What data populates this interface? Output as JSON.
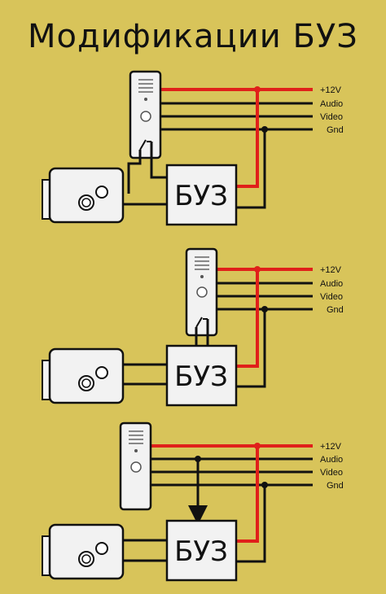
{
  "title": "Модификации БУЗ",
  "wire_labels": [
    "+12V",
    "Audio",
    "Video",
    "Gnd"
  ],
  "box_label": "БУЗ",
  "colors": {
    "background": "#d8c45a",
    "power_wire": "#e0201a",
    "signal_wire": "#111111",
    "device_fill": "#f2f2f2"
  }
}
